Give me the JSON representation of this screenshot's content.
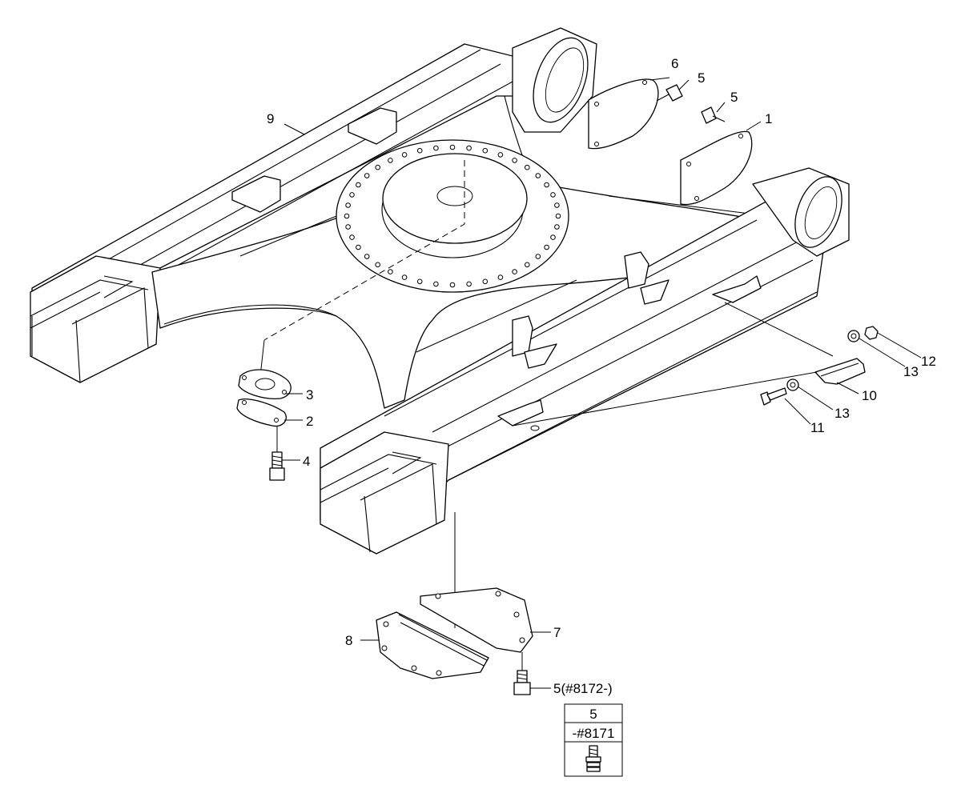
{
  "callouts": {
    "c1": "1",
    "c2": "2",
    "c3": "3",
    "c4": "4",
    "c5a": "5",
    "c5b": "5",
    "c5c": "5(#8172-)",
    "c6": "6",
    "c7": "7",
    "c8": "8",
    "c9": "9",
    "c10": "10",
    "c11": "11",
    "c12": "12",
    "c13a": "13",
    "c13b": "13"
  },
  "inset": {
    "part_number": "5",
    "serial_range": "-#8171"
  }
}
